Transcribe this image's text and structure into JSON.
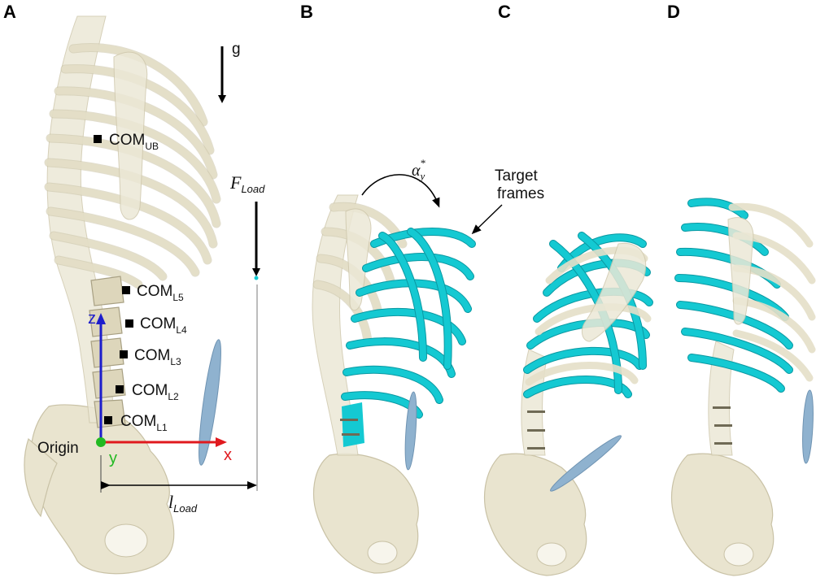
{
  "panels": {
    "A": "A",
    "B": "B",
    "C": "C",
    "D": "D"
  },
  "gravity": {
    "label": "g"
  },
  "load": {
    "force_main": "F",
    "force_sub": "Load",
    "lever_main": "l",
    "lever_sub": "Load"
  },
  "com": {
    "main": "COM",
    "ub": "UB",
    "l5": "L5",
    "l4": "L4",
    "l3": "L3",
    "l2": "L2",
    "l1": "L1"
  },
  "axes": {
    "x": "x",
    "y": "y",
    "z": "z",
    "origin": "Origin"
  },
  "rotation": {
    "symbol": "α",
    "sub": "y",
    "sup": "*"
  },
  "target": {
    "line1": "Target",
    "line2": "frames"
  },
  "colors": {
    "bone": "#e9e4cf",
    "target_frames": "#14c9d2",
    "x_axis": "#e0191e",
    "y_axis": "#22b922",
    "z_axis": "#1d1dcc",
    "ellipsoid": "#8fb2cf"
  }
}
